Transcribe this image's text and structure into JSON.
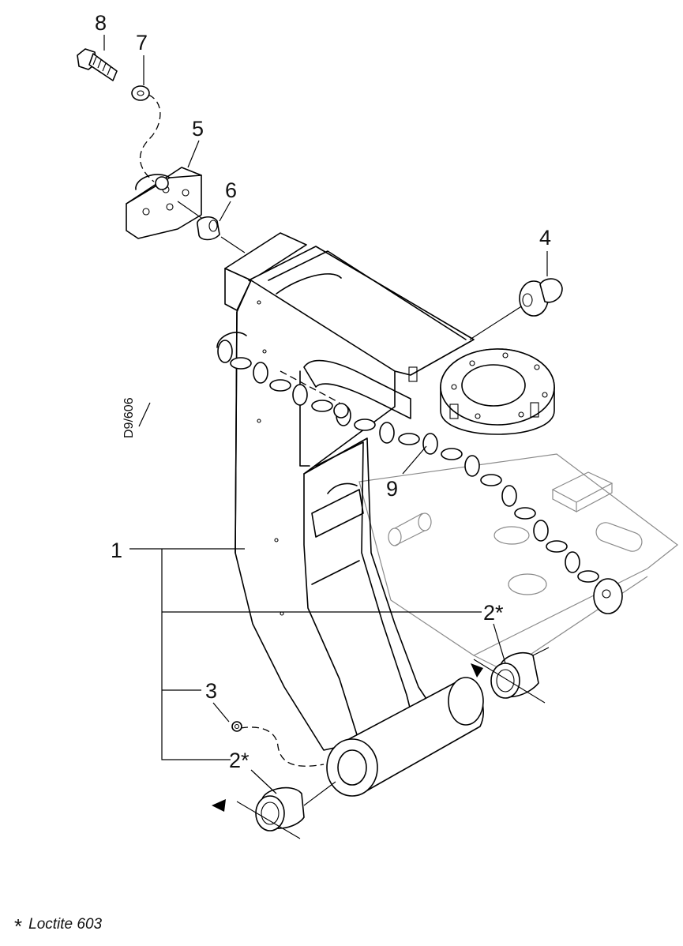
{
  "callouts": {
    "p1": "1",
    "p2a": "2*",
    "p2b": "2*",
    "p3": "3",
    "p4": "4",
    "p5": "5",
    "p6": "6",
    "p7": "7",
    "p8": "8",
    "p9": "9"
  },
  "drawing_ref": "D9/606",
  "footnote": {
    "symbol": "*",
    "text": "Loctite 603"
  }
}
